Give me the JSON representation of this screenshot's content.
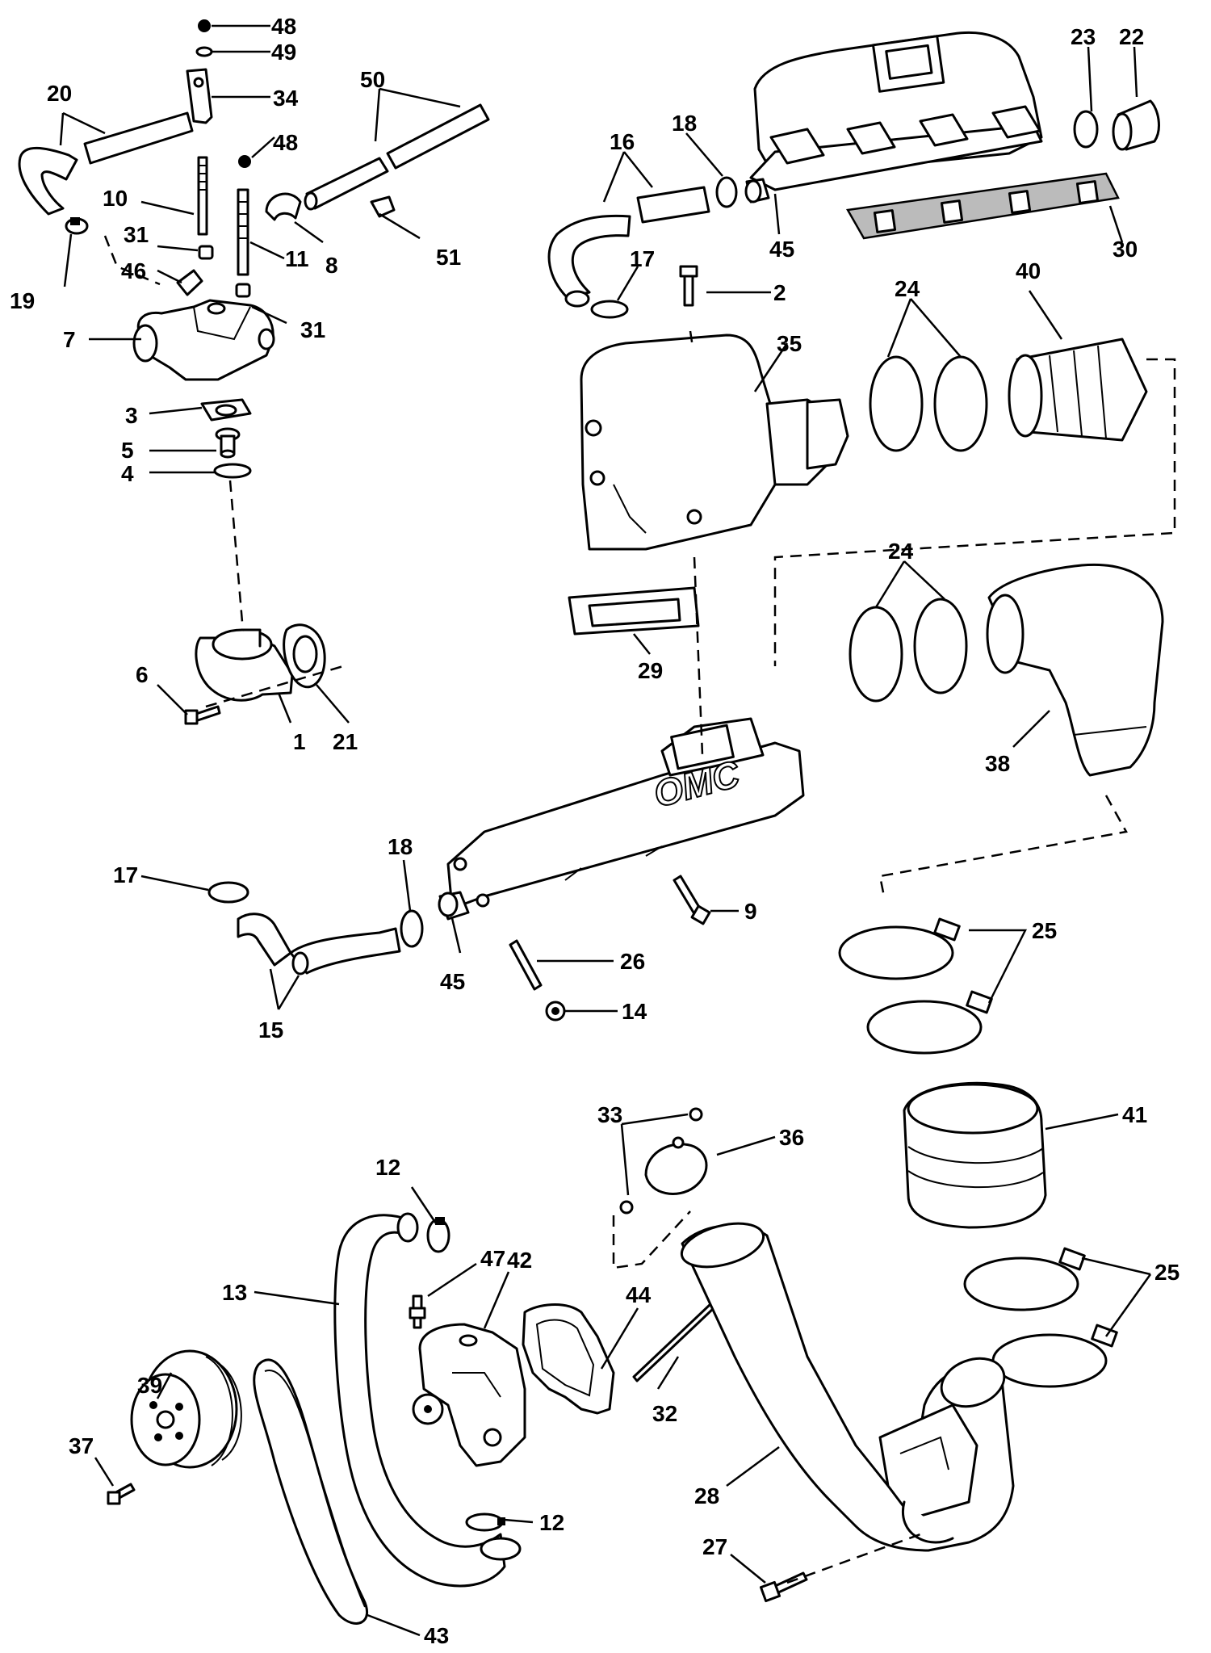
{
  "diagram": {
    "logo_text": "OMC",
    "callouts": [
      {
        "id": "c48a",
        "label": "48"
      },
      {
        "id": "c49",
        "label": "49"
      },
      {
        "id": "c34",
        "label": "34"
      },
      {
        "id": "c20",
        "label": "20"
      },
      {
        "id": "c50",
        "label": "50"
      },
      {
        "id": "c48b",
        "label": "48"
      },
      {
        "id": "c10",
        "label": "10"
      },
      {
        "id": "c31a",
        "label": "31"
      },
      {
        "id": "c46",
        "label": "46"
      },
      {
        "id": "c19",
        "label": "19"
      },
      {
        "id": "c11",
        "label": "11"
      },
      {
        "id": "c8",
        "label": "8"
      },
      {
        "id": "c51",
        "label": "51"
      },
      {
        "id": "c31b",
        "label": "31"
      },
      {
        "id": "c7",
        "label": "7"
      },
      {
        "id": "c3",
        "label": "3"
      },
      {
        "id": "c5",
        "label": "5"
      },
      {
        "id": "c4",
        "label": "4"
      },
      {
        "id": "c6",
        "label": "6"
      },
      {
        "id": "c1",
        "label": "1"
      },
      {
        "id": "c21",
        "label": "21"
      },
      {
        "id": "c23",
        "label": "23"
      },
      {
        "id": "c22",
        "label": "22"
      },
      {
        "id": "c16",
        "label": "16"
      },
      {
        "id": "c18a",
        "label": "18"
      },
      {
        "id": "c45a",
        "label": "45"
      },
      {
        "id": "c30",
        "label": "30"
      },
      {
        "id": "c17a",
        "label": "17"
      },
      {
        "id": "c2",
        "label": "2"
      },
      {
        "id": "c24a",
        "label": "24"
      },
      {
        "id": "c40",
        "label": "40"
      },
      {
        "id": "c35",
        "label": "35"
      },
      {
        "id": "c24b",
        "label": "24"
      },
      {
        "id": "c29",
        "label": "29"
      },
      {
        "id": "c38",
        "label": "38"
      },
      {
        "id": "c17b",
        "label": "17"
      },
      {
        "id": "c18b",
        "label": "18"
      },
      {
        "id": "c9",
        "label": "9"
      },
      {
        "id": "c26",
        "label": "26"
      },
      {
        "id": "c45b",
        "label": "45"
      },
      {
        "id": "c14",
        "label": "14"
      },
      {
        "id": "c15",
        "label": "15"
      },
      {
        "id": "c25a",
        "label": "25"
      },
      {
        "id": "c41",
        "label": "41"
      },
      {
        "id": "c33",
        "label": "33"
      },
      {
        "id": "c36",
        "label": "36"
      },
      {
        "id": "c12a",
        "label": "12"
      },
      {
        "id": "c47",
        "label": "47"
      },
      {
        "id": "c42",
        "label": "42"
      },
      {
        "id": "c13",
        "label": "13"
      },
      {
        "id": "c44",
        "label": "44"
      },
      {
        "id": "c25b",
        "label": "25"
      },
      {
        "id": "c39",
        "label": "39"
      },
      {
        "id": "c32",
        "label": "32"
      },
      {
        "id": "c37",
        "label": "37"
      },
      {
        "id": "c12b",
        "label": "12"
      },
      {
        "id": "c28",
        "label": "28"
      },
      {
        "id": "c27",
        "label": "27"
      },
      {
        "id": "c43",
        "label": "43"
      }
    ]
  }
}
